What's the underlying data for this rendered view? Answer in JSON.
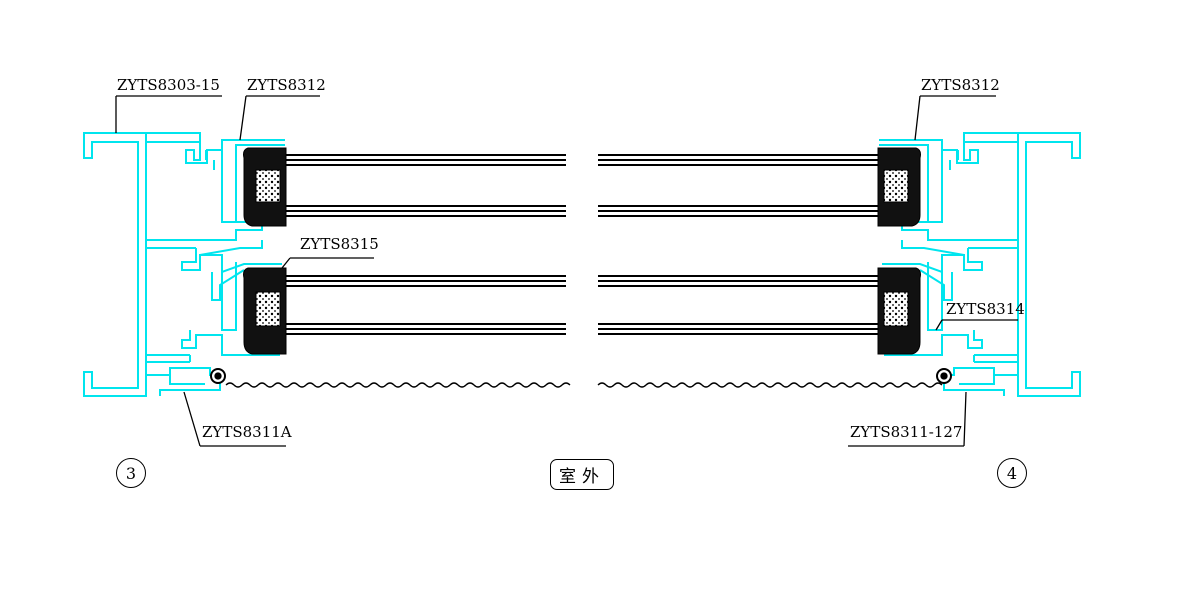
{
  "labels": {
    "top_left_outer": "ZYTS8303-15",
    "top_left_inner": "ZYTS8312",
    "top_right": "ZYTS8312",
    "middle_left": "ZYTS8315",
    "middle_right": "ZYTS8314",
    "bottom_left": "ZYTS8311A",
    "bottom_right": "ZYTS8311-127"
  },
  "markers": {
    "left": "3",
    "right": "4"
  },
  "outdoor_label": "室外",
  "colors": {
    "profile": "#00E5EE",
    "line": "#000000",
    "background": "#FFFFFF"
  }
}
